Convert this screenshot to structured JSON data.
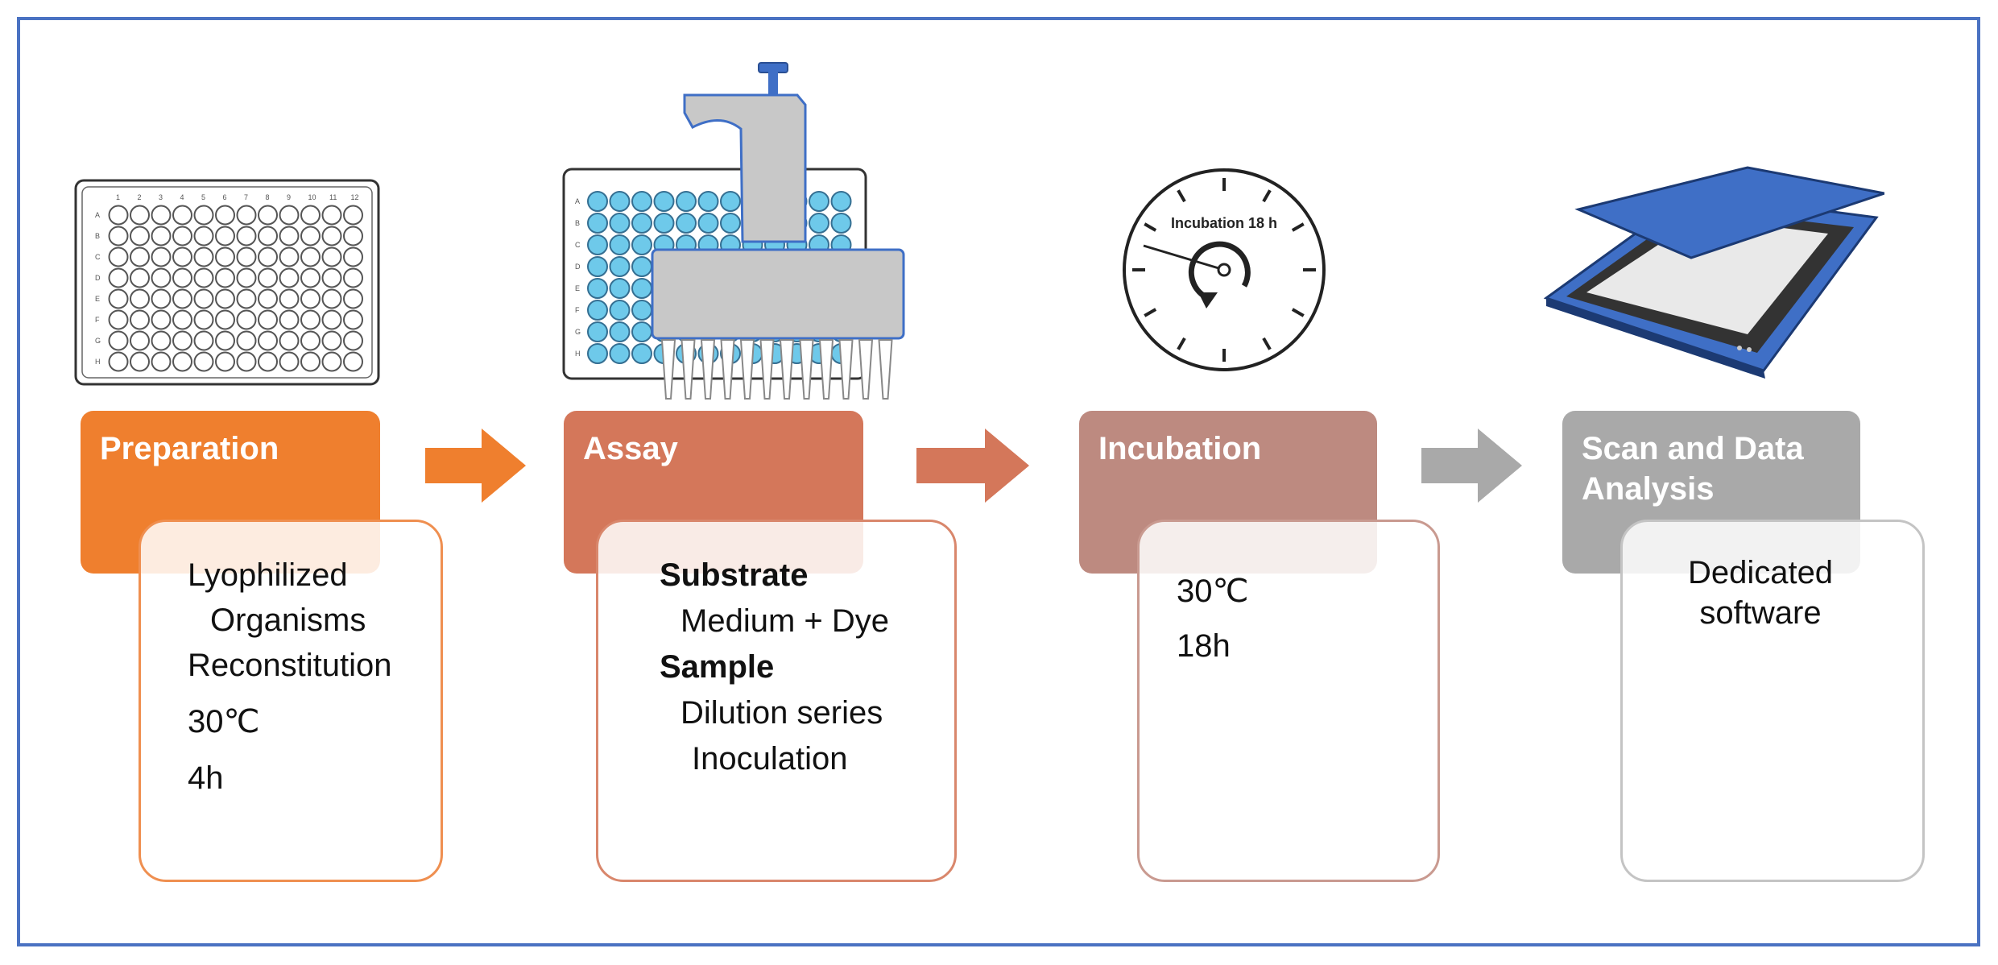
{
  "colors": {
    "frame": "#4a72c2",
    "preparation": "#ef7f2e",
    "assay": "#d4775a",
    "incubation": "#bd8a80",
    "scan": "#a9a9a9",
    "plate_well_fill": "#6ec9ea",
    "scanner_lid": "#3f6fc6"
  },
  "steps": [
    {
      "title": "Preparation",
      "color": "#ef7f2e"
    },
    {
      "title": "Assay",
      "color": "#d4775a"
    },
    {
      "title": "Incubation",
      "color": "#bd8a80"
    },
    {
      "title_line1": "Scan and Data",
      "title_line2": "Analysis",
      "color": "#a9a9a9"
    }
  ],
  "cards": {
    "preparation": [
      "Lyophilized",
      "Organisms",
      "Reconstitution",
      "30℃",
      "4h"
    ],
    "assay": {
      "substrate_heading": "Substrate",
      "substrate_detail": "Medium + Dye",
      "sample_heading": "Sample",
      "sample_detail_1": "Dilution series",
      "sample_detail_2": "Inoculation"
    },
    "incubation": [
      "30℃",
      "18h"
    ],
    "scan": [
      "Dedicated",
      "software"
    ]
  },
  "icons": {
    "preparation": "microplate-icon",
    "assay": "multichannel-pipette-icon",
    "incubation": "clock-icon",
    "scan": "flatbed-scanner-icon"
  },
  "clock_label": "Incubation 18 h"
}
